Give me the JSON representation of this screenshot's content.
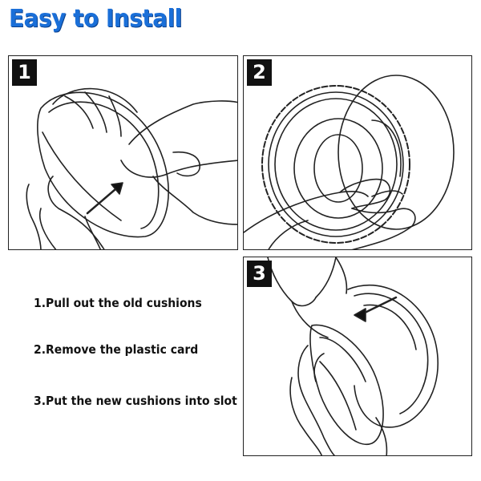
{
  "header": {
    "title": "Easy to Install"
  },
  "panels": [
    {
      "number": "1",
      "illustration": "hand-pulling-cushion"
    },
    {
      "number": "2",
      "illustration": "hand-removing-plastic-card"
    },
    {
      "number": "3",
      "illustration": "hand-inserting-cushion"
    }
  ],
  "steps": [
    "1.Pull out the old cushions",
    "2.Remove the plastic card",
    "3.Put the new cushions into slot"
  ],
  "colors": {
    "title": "#1a6fd8",
    "title_shadow": "#0a3f8a",
    "badge": "#111111",
    "line": "#222222"
  }
}
